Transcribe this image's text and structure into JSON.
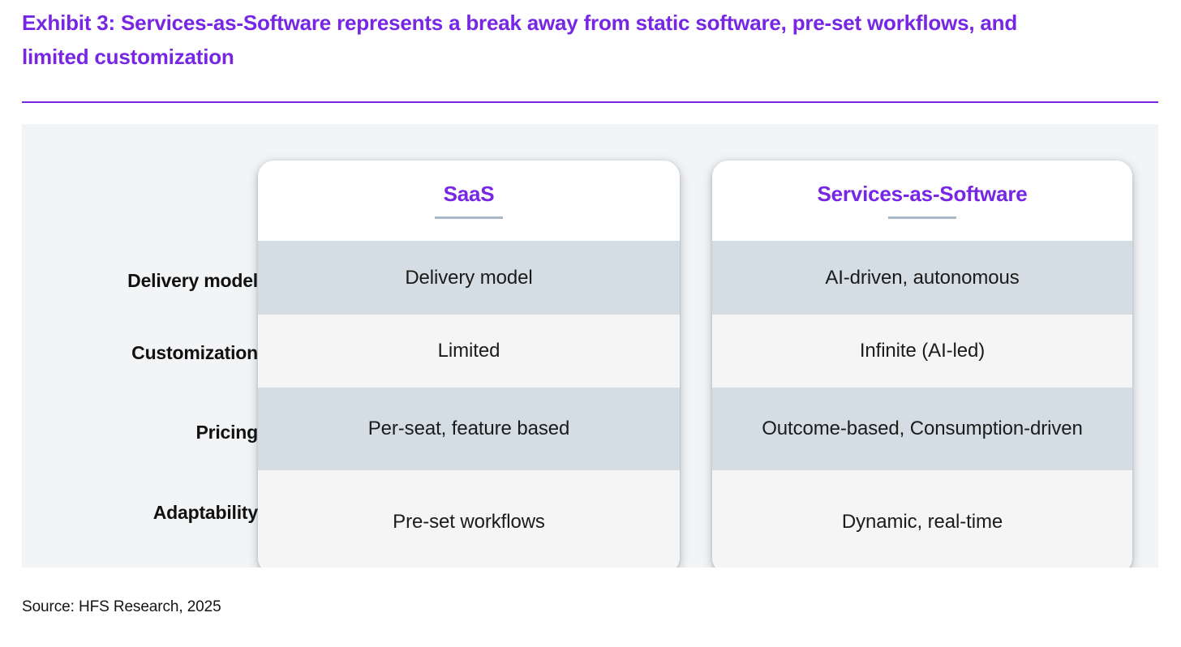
{
  "exhibit": {
    "title": "Exhibit 3: Services-as-Software represents a break away from static software, pre-set workflows, and limited customization",
    "accent_color": "#7726e3",
    "source": "Source: HFS Research, 2025"
  },
  "comparison": {
    "row_labels": [
      "Delivery model",
      "Customization",
      "Pricing",
      "Adaptability"
    ],
    "columns": [
      {
        "header": "SaaS",
        "values": [
          "Delivery model",
          "Limited",
          "Per-seat, feature based",
          "Pre-set workflows"
        ]
      },
      {
        "header": "Services-as-Software",
        "values": [
          "AI-driven, autonomous",
          "Infinite (AI-led)",
          "Outcome-based, Consumption-driven",
          "Dynamic, real-time"
        ]
      }
    ],
    "row_band_colors": [
      "#d3dde3",
      "#f5f5f5",
      "#d3dde3",
      "#f5f5f5"
    ],
    "panel_background": "#f2f4f6",
    "card_background": "#ffffff",
    "header_rule_color": "#a9b7c6"
  }
}
